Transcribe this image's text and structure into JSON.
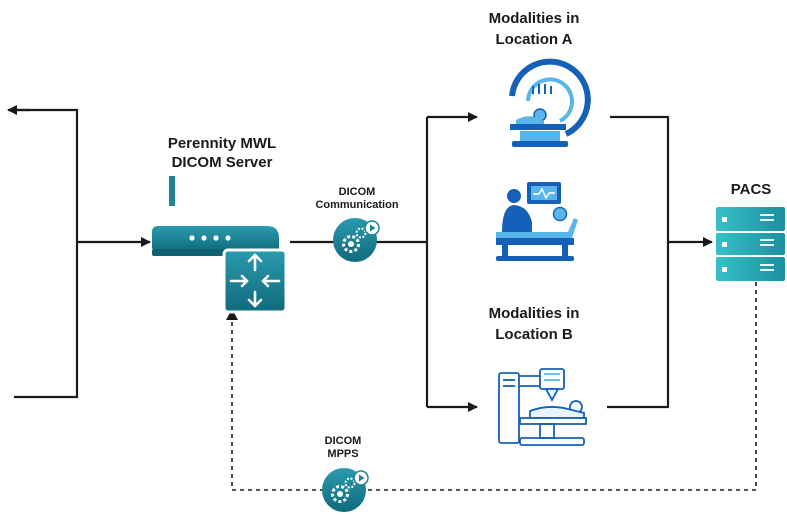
{
  "server": {
    "title_line1": "Perennity MWL",
    "title_line2": "DICOM Server"
  },
  "communication": {
    "line1": "DICOM",
    "line2": "Communication"
  },
  "mpps": {
    "line1": "DICOM",
    "line2": "MPPS"
  },
  "location_a": {
    "line1": "Modalities in",
    "line2": "Location A"
  },
  "location_b": {
    "line1": "Modalities in",
    "line2": "Location B"
  },
  "pacs": {
    "label": "PACS"
  },
  "icons": {
    "server": "router-icon",
    "switch": "network-switch-icon",
    "gear": "gear-badge-icon",
    "ct": "ct-scanner-icon",
    "patient": "patient-care-icon",
    "xray": "xray-machine-icon",
    "pacs": "server-rack-icon"
  },
  "colors": {
    "primary_teal": "#1f8396",
    "dark_teal": "#0f6073",
    "light_teal": "#2bb7bf",
    "icon_blue": "#1560b8",
    "icon_light_blue": "#5ab6ea",
    "line": "#1a1a1a"
  }
}
